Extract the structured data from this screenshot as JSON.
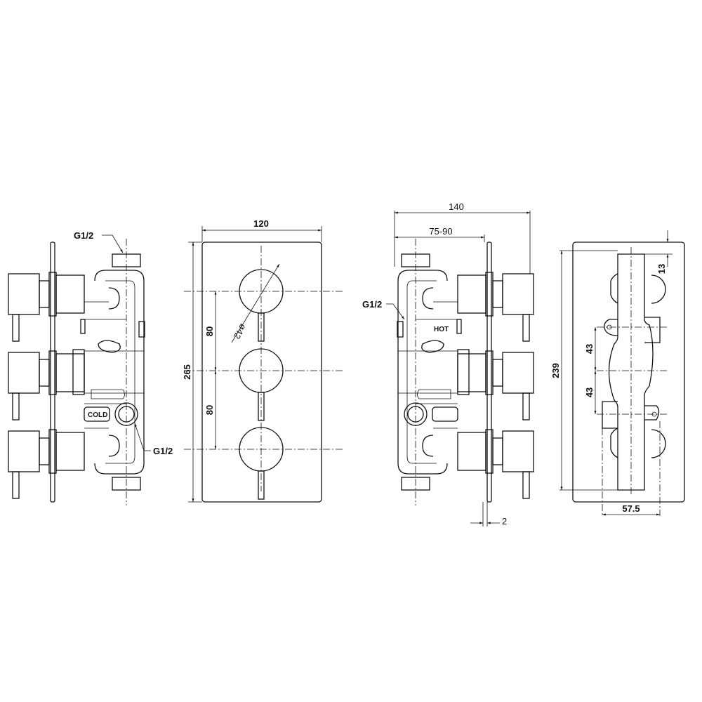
{
  "side_view_left": {
    "inlet_top": "G1/2",
    "inlet_cold": "G1/2",
    "cold_tag": "COLD"
  },
  "front_view": {
    "width": "120",
    "height": "265",
    "spacing_upper": "80",
    "spacing_lower": "80",
    "knob_diameter": "ø42"
  },
  "side_view_right": {
    "overall_depth": "140",
    "wall_depth": "75-90",
    "inlet_hot": "G1/2",
    "hot_tag": "HOT",
    "plate_thickness": "2"
  },
  "rear_view": {
    "body_height": "239",
    "top_offset": "13",
    "fixing_upper": "43",
    "fixing_lower": "43",
    "fixing_width": "57.5"
  }
}
